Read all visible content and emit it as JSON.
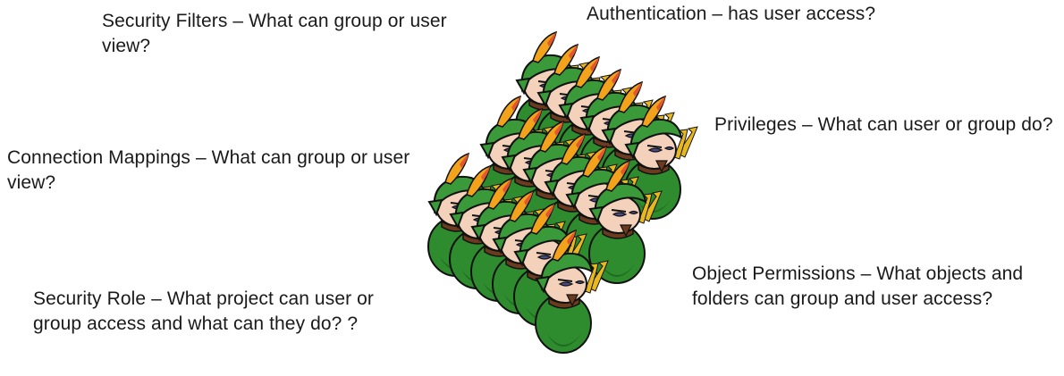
{
  "labels": {
    "security_filters": "Security Filters – What can group or user view?",
    "authentication": "Authentication – has user access?",
    "connection_mappings": "Connection Mappings – What can group or user view?",
    "privileges": "Privileges – What can user or group do?",
    "object_permissions": "Object Permissions – What objects and folders can group and user access?",
    "security_role": "Security Role – What project can user or group access and what can they do? ?"
  },
  "illustration": {
    "icon": "archer-crowd-icon",
    "colors": {
      "cloak": "#2e8b2e",
      "cloak_dark": "#1f6b1f",
      "hood": "#3a9a3a",
      "face": "#f3d1bb",
      "eyes": "#4a4a8a",
      "feather": "#f2a31b",
      "feather_tip": "#e4572e",
      "arrows": "#e8b820",
      "outline": "#111111"
    }
  }
}
